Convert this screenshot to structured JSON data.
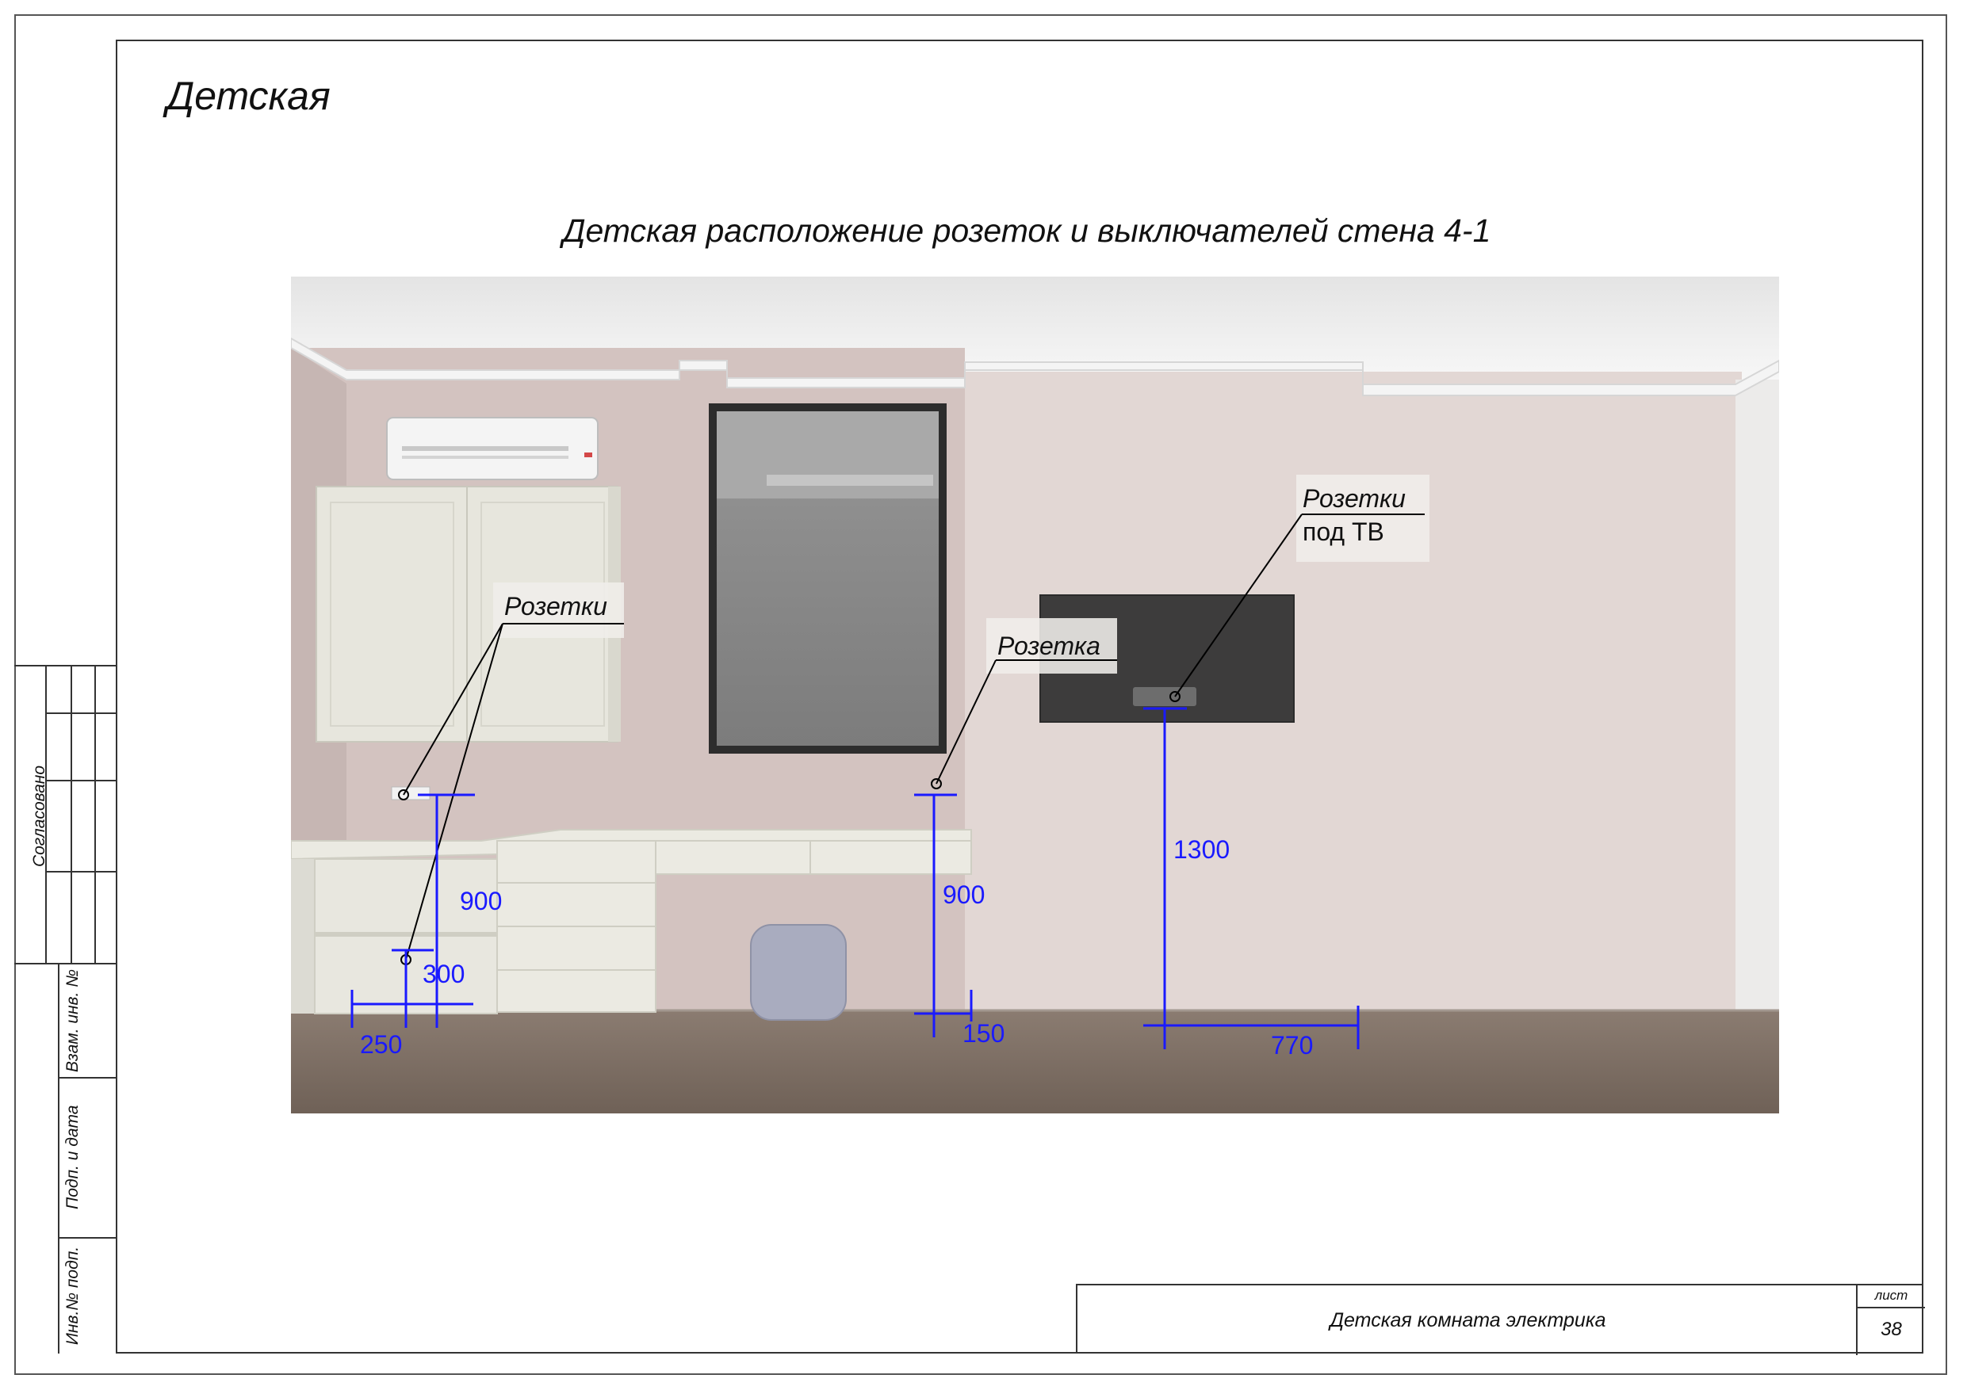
{
  "heading": "Детская",
  "subtitle": "Детская расположение розеток и выключателей стена 4-1",
  "callouts": {
    "sockets_left": "Розетки",
    "socket_mid": "Розетка",
    "sockets_tv_line1": "Розетки",
    "sockets_tv_line2": "под ТВ"
  },
  "dimensions": {
    "left_height_upper": "900",
    "left_height_lower": "300",
    "left_offset": "250",
    "mid_height": "900",
    "mid_offset": "150",
    "tv_height": "1300",
    "tv_offset": "770"
  },
  "side_stamp": {
    "agreed": "Согласовано",
    "replace_inv": "Взам. инв. №",
    "sign_date": "Подп. и дата",
    "inv_orig": "Инв.№ подп."
  },
  "title_block": {
    "title": "Детская комната электрика",
    "sheet_label": "лист",
    "sheet_number": "38"
  },
  "colors": {
    "dimension": "#1a1aff",
    "wall": "#d8c9c5",
    "ceiling": "#f3f2f2",
    "floor": "#7e6e63"
  }
}
